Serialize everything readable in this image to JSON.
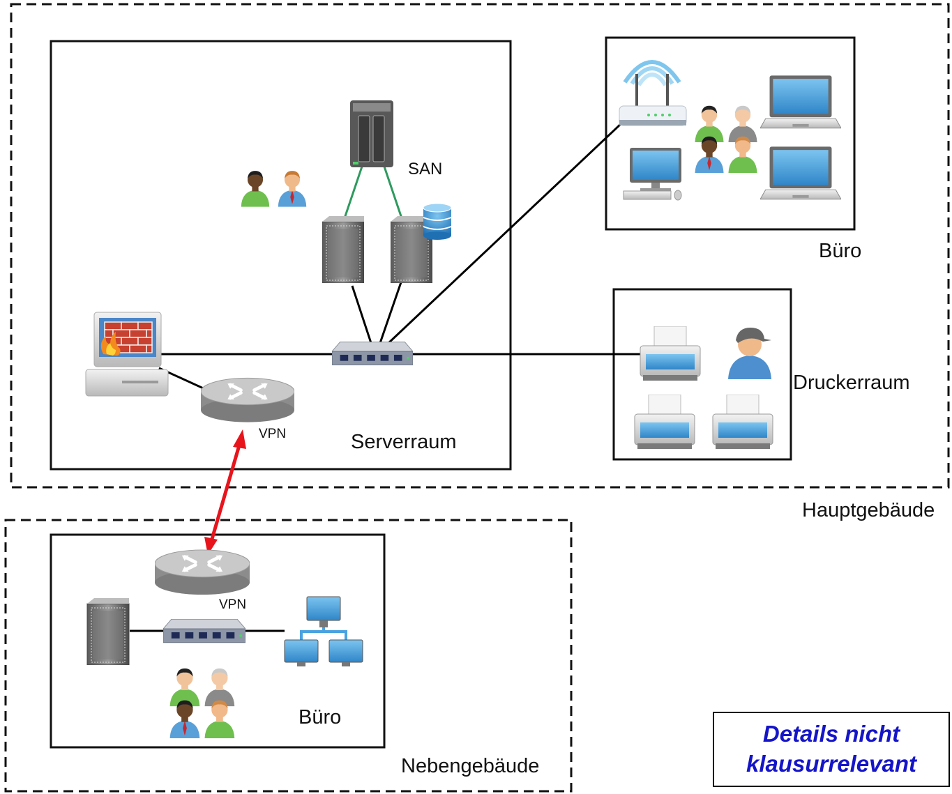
{
  "colors": {
    "vpn_link": "#e8141c",
    "san_link": "#2e9a5e",
    "note_text": "#1515c8",
    "screen_blue": "#4aa2df"
  },
  "zones": {
    "main_building": "Hauptgebäude",
    "annex_building": "Nebengebäude"
  },
  "rooms": {
    "server_room": "Serverraum",
    "office_main": "Büro",
    "printer_room": "Druckerraum",
    "office_annex": "Büro"
  },
  "devices": {
    "san": "SAN",
    "vpn_main": "VPN",
    "vpn_annex": "VPN"
  },
  "icons": [
    "firewall-icon",
    "router-icon",
    "switch-icon",
    "server-icon",
    "database-icon",
    "san-storage-icon",
    "wifi-router-icon",
    "laptop-icon",
    "desktop-icon",
    "printer-icon",
    "user-icon",
    "network-icon"
  ],
  "note": {
    "line1": "Details nicht",
    "line2": "klausurrelevant"
  }
}
